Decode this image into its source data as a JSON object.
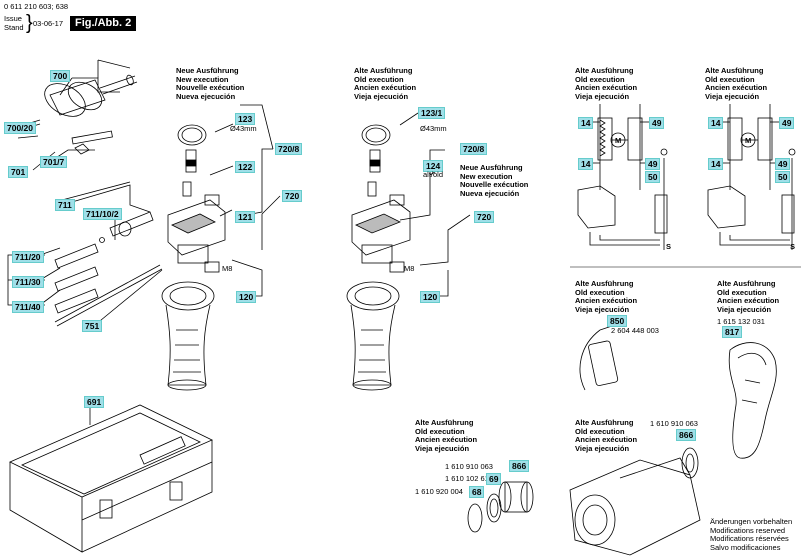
{
  "header": {
    "part_no": "0 611 210 603; 638",
    "issue_label": "Issue",
    "stand_label": "Stand",
    "date": "03-06-17",
    "fig": "Fig./Abb. 2"
  },
  "labels": {
    "l700": "700",
    "l700_20": "700/20",
    "l701": "701",
    "l701_7": "701/7",
    "l711": "711",
    "l711_10_2": "711/10/2",
    "l711_20": "711/20",
    "l711_30": "711/30",
    "l711_40": "711/40",
    "l751": "751",
    "l123a": "123",
    "l122a": "122",
    "l121": "121",
    "l720_8a": "720/8",
    "l720a": "720",
    "l120a": "120",
    "l123_1": "123/1",
    "l720_8b": "720/8",
    "l124": "124",
    "l720b": "720",
    "l120b": "120",
    "l691": "691",
    "l866a": "866",
    "l69": "69",
    "l68": "68",
    "l866b": "866",
    "l850": "850",
    "l817": "817",
    "l14a": "14",
    "l49a": "49",
    "l14b": "14",
    "l49b": "49",
    "l50a": "50",
    "l14c": "14",
    "l49c": "49",
    "l14d": "14",
    "l49d": "49",
    "l50b": "50"
  },
  "texts": {
    "dia43a": "Ø43mm",
    "m8a": "M8",
    "dia43b": "Ø43mm",
    "altold": "alt/old",
    "m8b": "M8",
    "p850": "2 604 448 003",
    "p817": "1 615 132 031",
    "p866a": "1 610 910 063",
    "p69": "1 610 102 618",
    "p68": "1 610 920 004",
    "p866b": "1 610 910 063",
    "s1": "S",
    "s2": "S",
    "m1": "M",
    "m2": "M"
  },
  "notes": {
    "new": [
      "Neue Ausführung",
      "New execution",
      "Nouvelle exécution",
      "Nueva ejecución"
    ],
    "old": [
      "Alte Ausführung",
      "Old execution",
      "Ancien exécution",
      "Vieja ejecución"
    ],
    "mods": [
      "Änderungen vorbehalten",
      "Modifications reserved",
      "Modifications réservées",
      "Salvo modificaciones"
    ]
  }
}
